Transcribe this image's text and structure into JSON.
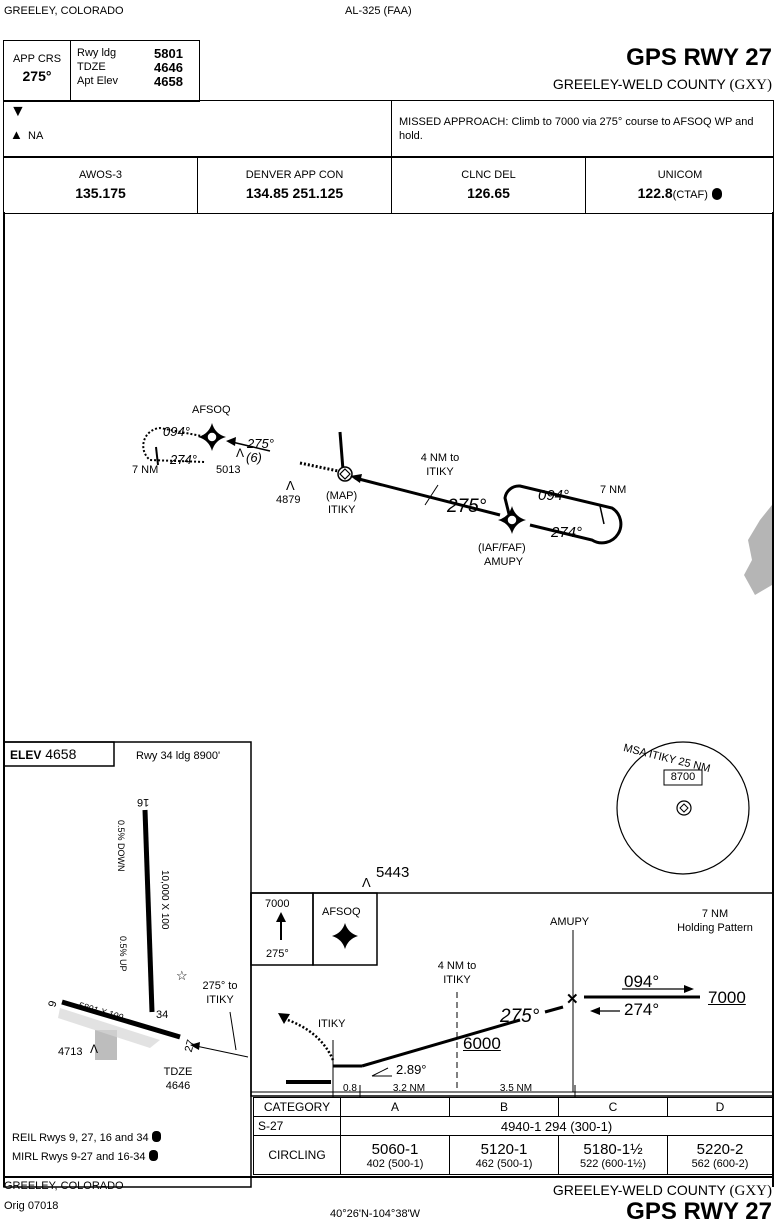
{
  "header": {
    "location": "GREELEY, COLORADO",
    "procedure_id": "AL-325 (FAA)",
    "title": "GPS RWY 27",
    "airport": "GREELEY-WELD COUNTY",
    "airport_id": "(GXY)"
  },
  "briefing": {
    "app_crs_label": "APP CRS",
    "app_crs_value": "275°",
    "rwy_ldg_label": "Rwy ldg",
    "rwy_ldg_value": "5801",
    "tdze_label": "TDZE",
    "tdze_value": "4646",
    "apt_elev_label": "Apt Elev",
    "apt_elev_value": "4658",
    "alternate_na": "NA",
    "missed_approach": "MISSED APPROACH: Climb to 7000 via 275° course to AFSOQ WP and hold."
  },
  "comms": [
    {
      "label": "AWOS-3",
      "freq": "135.175"
    },
    {
      "label": "DENVER APP CON",
      "freq": "134.85  251.125"
    },
    {
      "label": "CLNC DEL",
      "freq": "126.65"
    },
    {
      "label": "UNICOM",
      "freq": "122.8",
      "suffix": "(CTAF)"
    }
  ],
  "plan_view": {
    "afsoq": "AFSOQ",
    "hold_west_out": "094°",
    "hold_west_in": "274°",
    "hold_west_leg": "7 NM",
    "afsoq_alt": "5013",
    "ma_course": "275°",
    "ma_note": "(6)",
    "obstacle_elev": "4879",
    "map_label": "(MAP)",
    "itiky": "ITIKY",
    "dist_label_1": "4 NM to",
    "dist_label_2": "ITIKY",
    "final_course": "275°",
    "hold_east_out": "094°",
    "hold_east_in": "274°",
    "hold_east_leg": "7 NM",
    "iaf_label": "(IAF/FAF)",
    "amupy": "AMUPY",
    "msa_label": "MSA ITIKY 25 NM",
    "msa_alt": "8700"
  },
  "airport_diagram": {
    "elev_label": "ELEV",
    "elev_value": "4658",
    "rwy_note": "Rwy 34 ldg 8900'",
    "rwy16": "16",
    "rwy34": "34",
    "rwy9": "9",
    "rwy27": "27",
    "grad_down": "0.5% DOWN",
    "grad_up": "0.5% UP",
    "rwy_16_34_dims": "10,000 X 100",
    "rwy_9_27_dims": "5801 X 100",
    "course_note_1": "275° to",
    "course_note_2": "ITIKY",
    "obs_elev": "4713",
    "tdze_label": "TDZE",
    "tdze_value": "4646",
    "reil": "REIL Rwys 9, 27, 16 and 34",
    "mirl": "MIRL Rwys 9-27 and 16-34"
  },
  "profile": {
    "obstacle_top": "5443",
    "climb_alt": "7000",
    "climb_course": "275°",
    "afsoq": "AFSOQ",
    "amupy": "AMUPY",
    "hold_note_1": "7 NM",
    "hold_note_2": "Holding Pattern",
    "dist_note_1": "4 NM to",
    "dist_note_2": "ITIKY",
    "itiky": "ITIKY",
    "final_course": "275°",
    "out_course": "094°",
    "in_course": "274°",
    "fix_alt": "7000",
    "itiky_alt": "6000",
    "gpa": "2.89°",
    "seg1": "0.8",
    "seg2": "3.2 NM",
    "seg3": "3.5 NM"
  },
  "minimums": {
    "header": [
      "CATEGORY",
      "A",
      "B",
      "C",
      "D"
    ],
    "straight_in_label": "S-27",
    "straight_in": "4940-1  294 (300-1)",
    "circling_label": "CIRCLING",
    "circling": [
      {
        "mda": "5060-1",
        "hat": "402 (500-1)"
      },
      {
        "mda": "5120-1",
        "hat": "462 (500-1)"
      },
      {
        "mda": "5180-1½",
        "hat": "522 (600-1½)"
      },
      {
        "mda": "5220-2",
        "hat": "562 (600-2)"
      }
    ]
  },
  "footer": {
    "location": "GREELEY, COLORADO",
    "amdt": "Orig  07018",
    "coords": "40°26'N-104°38'W",
    "airport": "GREELEY-WELD COUNTY",
    "airport_id": "(GXY)",
    "title": "GPS RWY 27"
  }
}
